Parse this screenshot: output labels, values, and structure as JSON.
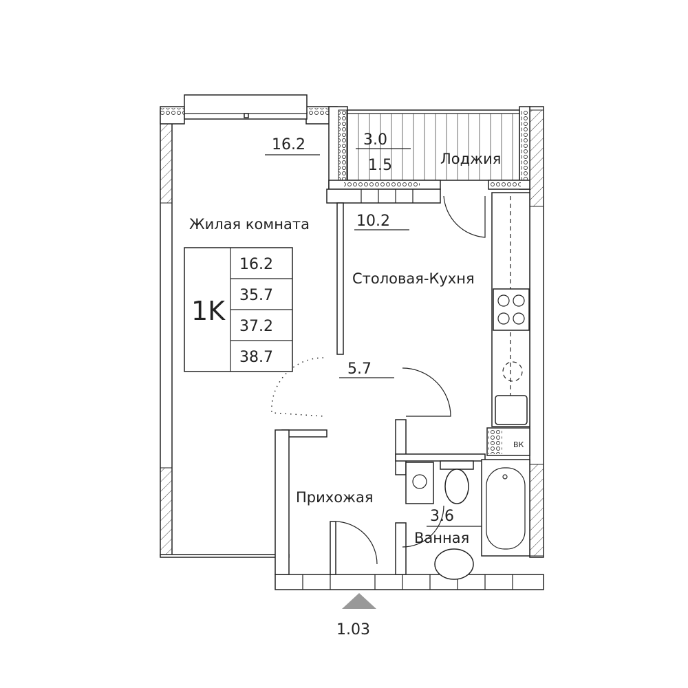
{
  "rooms": {
    "living": {
      "label": "Жилая комната",
      "area": "16.2"
    },
    "loggia": {
      "label": "Лоджия",
      "area_total": "3.0",
      "area_reduced": "1.5"
    },
    "kitchen": {
      "label": "Столовая-Кухня",
      "area": "10.2"
    },
    "hall": {
      "label": "Прихожая",
      "area": "5.7"
    },
    "bath": {
      "label": "Ванная",
      "area": "3.6"
    }
  },
  "summary": {
    "type": "1K",
    "living_area": "16.2",
    "total_area": "35.7",
    "area_with_loggia_reduced": "37.2",
    "area_with_loggia": "38.7"
  },
  "shaft_label": "ВК",
  "entrance_marker": "1.03",
  "colors": {
    "walls": "#222222",
    "entrance_arrow": "#999999"
  }
}
